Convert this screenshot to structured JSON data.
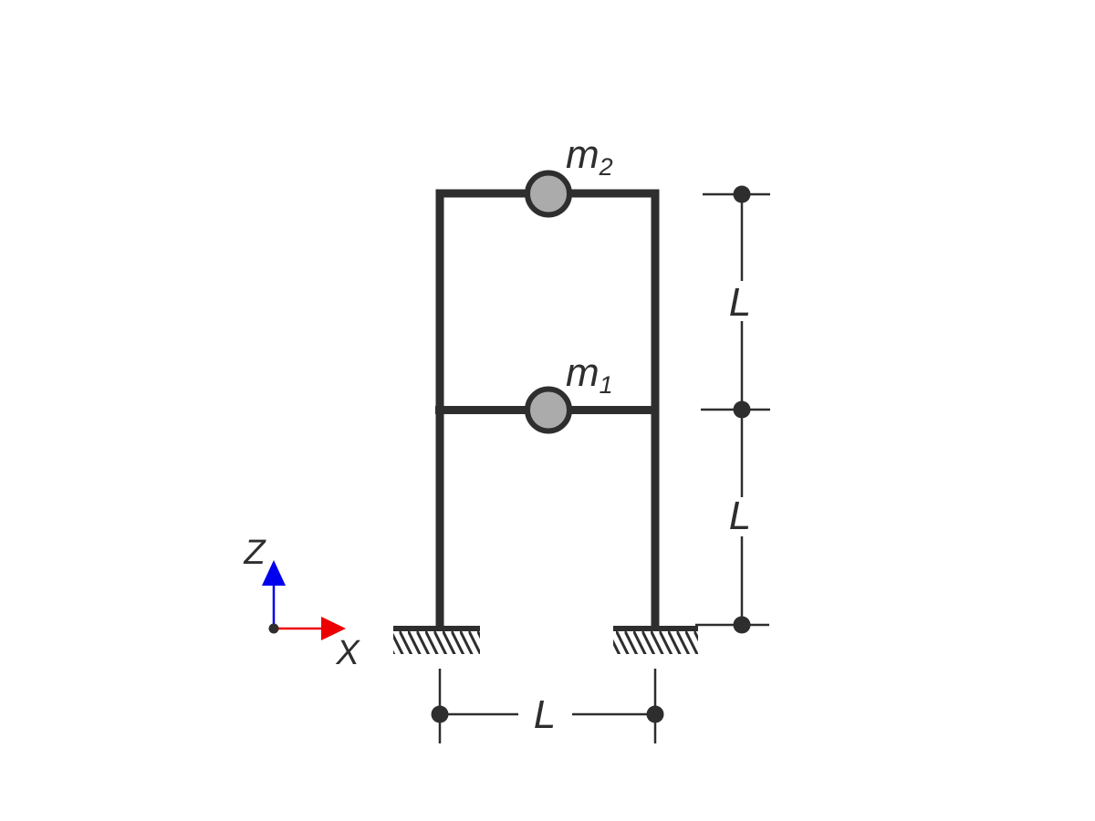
{
  "diagram": {
    "masses": [
      {
        "symbol": "m",
        "subscript": "2"
      },
      {
        "symbol": "m",
        "subscript": "1"
      }
    ],
    "dimensions": {
      "upper_story_label": "L",
      "lower_story_label": "L",
      "bay_label": "L"
    },
    "axes": {
      "vertical_axis_label": "Z",
      "horizontal_axis_label": "X"
    }
  },
  "colors": {
    "line": "#2e2e2e",
    "mass_fill": "#ababab",
    "axis_z_blue": "#0000ee",
    "axis_x_red": "#ee0000",
    "background": "#ffffff"
  }
}
